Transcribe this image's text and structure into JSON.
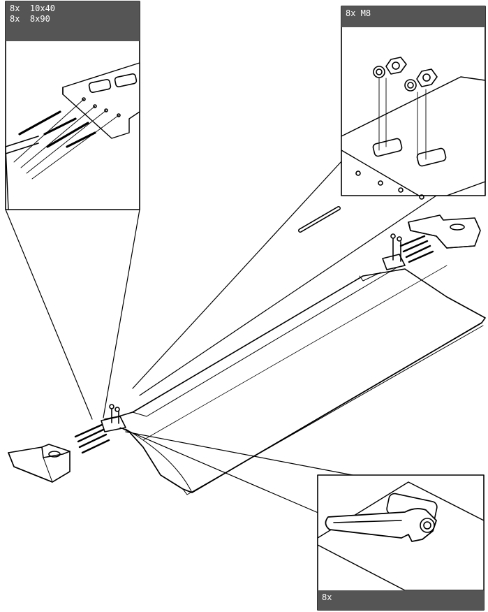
{
  "callouts": {
    "top_left": {
      "line1": "8x  10x40",
      "line2": "8x  8x90"
    },
    "top_right": {
      "line1": "8x M8"
    },
    "bottom_right": {
      "line1": "8x"
    }
  }
}
